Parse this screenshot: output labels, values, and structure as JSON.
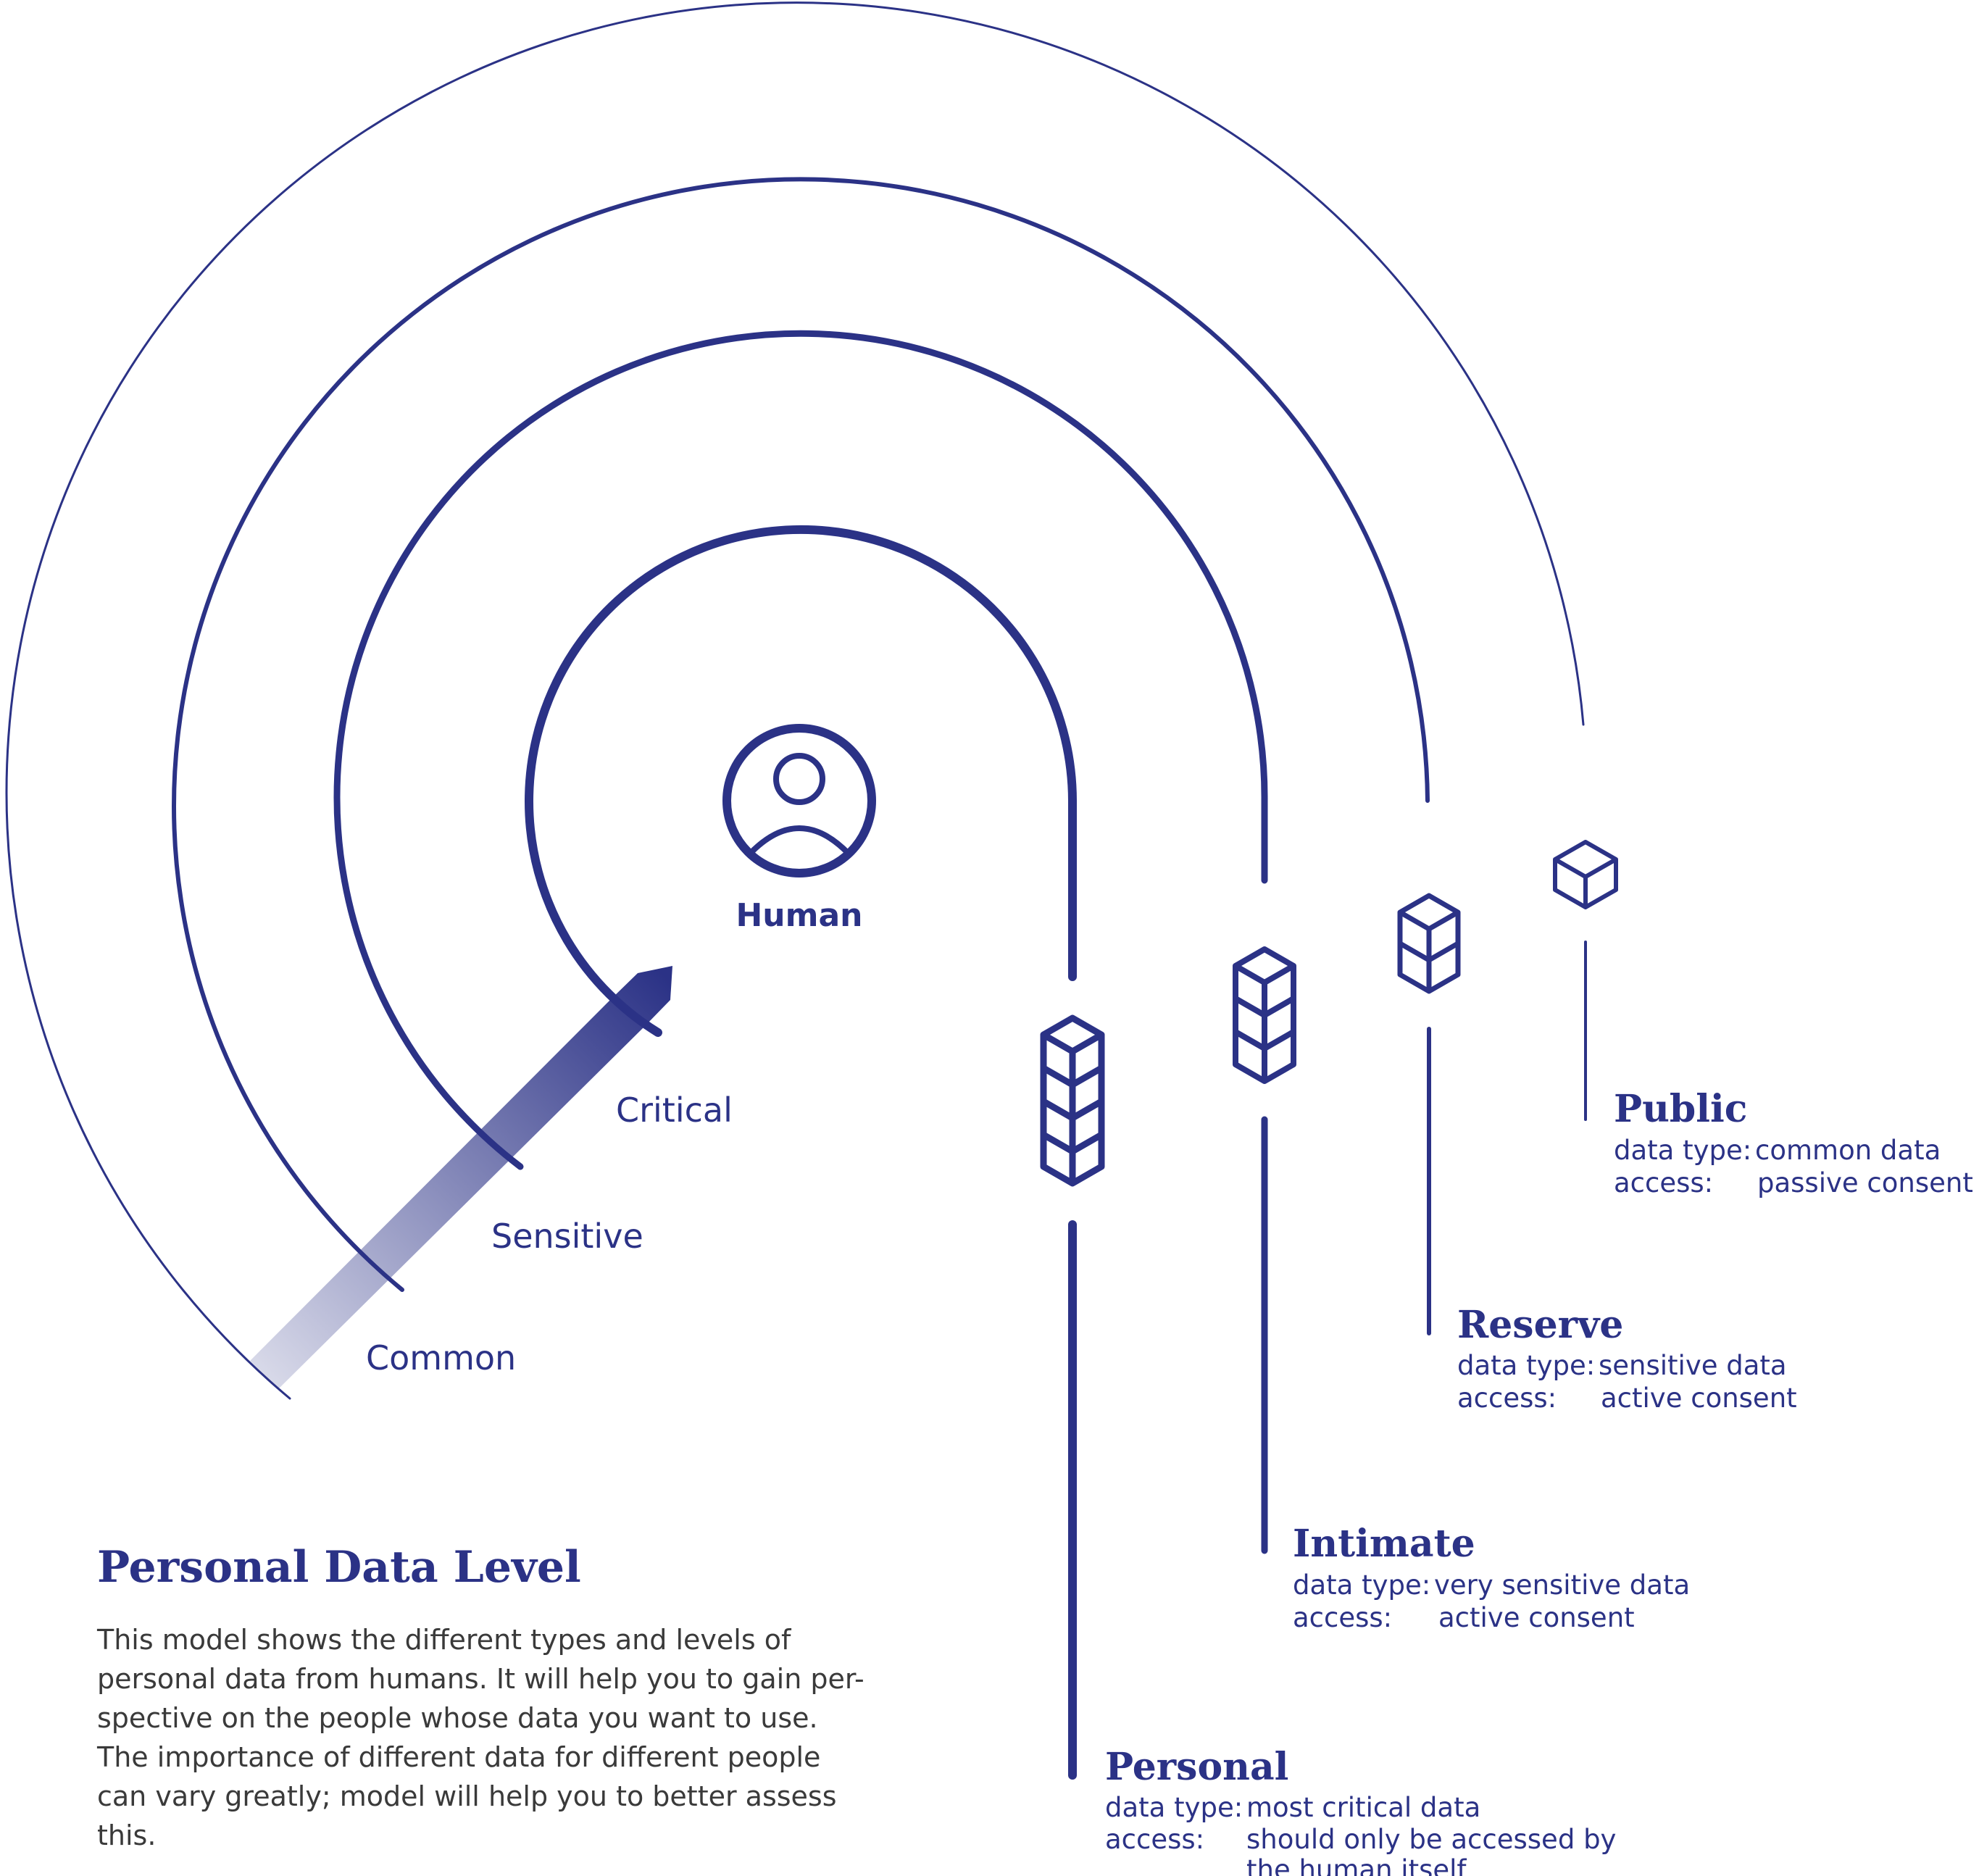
{
  "center": {
    "label": "Human"
  },
  "arrow_labels": {
    "critical": "Critical",
    "sensitive": "Sensitive",
    "common": "Common"
  },
  "levels": {
    "public": {
      "name": "Public",
      "type_label": "data type:",
      "type_value": "common data",
      "access_label": "access:",
      "access_lines": [
        "passive consent"
      ]
    },
    "reserve": {
      "name": "Reserve",
      "type_label": "data type:",
      "type_value": "sensitive data",
      "access_label": "access:",
      "access_lines": [
        "active consent"
      ]
    },
    "intimate": {
      "name": "Intimate",
      "type_label": "data type:",
      "type_value": "very sensitive data",
      "access_label": "access:",
      "access_lines": [
        "active consent"
      ]
    },
    "personal": {
      "name": "Personal",
      "type_label": "data type:",
      "type_value": "most critical data",
      "access_label": "access:",
      "access_lines": [
        "should only be accessed by",
        "the human itself"
      ]
    }
  },
  "description": {
    "title": "Personal Data Level",
    "lines": [
      "This model shows the different types and levels of",
      "personal data from humans. It will help you to gain per-",
      "spective on the people whose data you want to use.",
      "The importance of different data for different people",
      "can vary greatly; model will help you to better assess",
      "this."
    ]
  },
  "colors": {
    "primary": "#2b3286",
    "body_text": "#3a3a3a",
    "background": "#ffffff"
  },
  "icons": {
    "center": "person-icon",
    "public": "cube-stack-1-icon",
    "reserve": "cube-stack-2-icon",
    "intimate": "cube-stack-3-icon",
    "personal": "cube-stack-4-icon"
  }
}
